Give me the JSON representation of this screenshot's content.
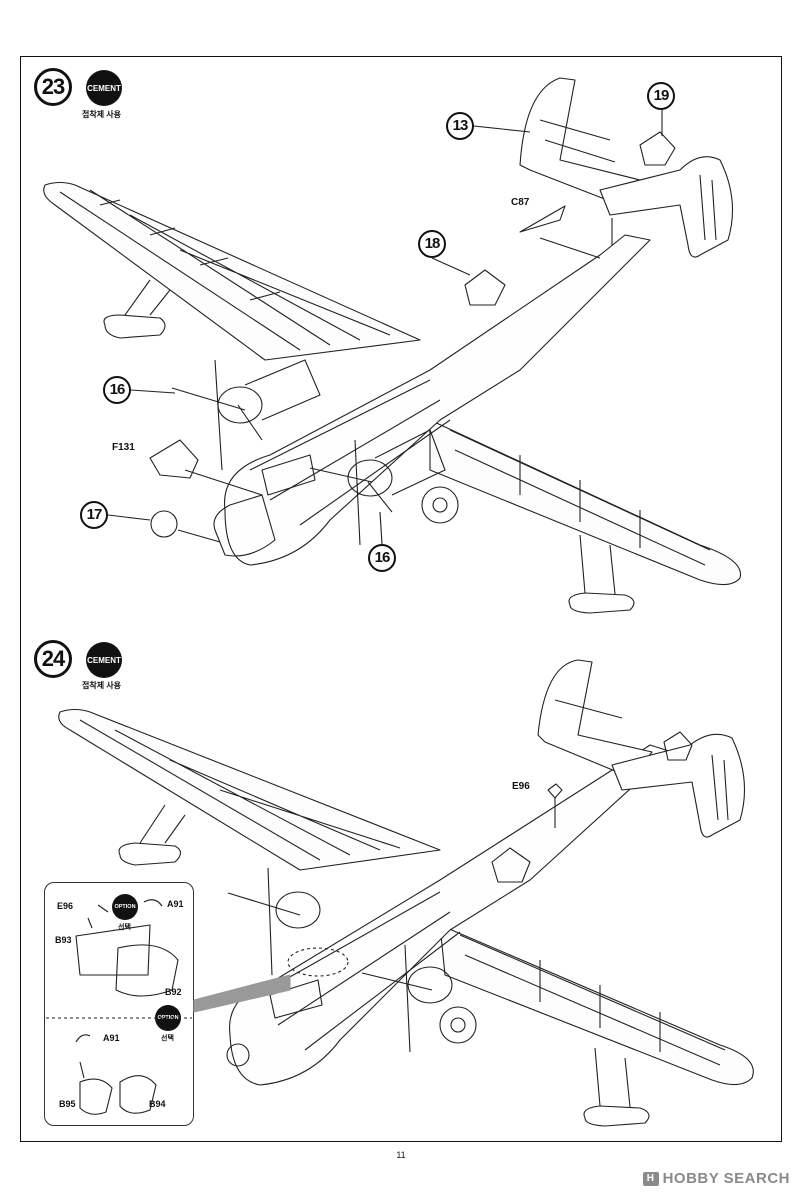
{
  "step23": {
    "number": "23",
    "cement_badge": "CEMENT",
    "cement_caption": "접착제 사용",
    "callouts": [
      "13",
      "19",
      "18",
      "16",
      "17",
      "16"
    ],
    "parts": [
      "C87",
      "F131"
    ]
  },
  "step24": {
    "number": "24",
    "cement_badge": "CEMENT",
    "cement_caption": "접착제 사용",
    "parts": [
      "E96"
    ],
    "inset": {
      "parts_top": [
        "E96",
        "A91",
        "B93",
        "B92"
      ],
      "parts_bottom": [
        "A91",
        "B95",
        "B94"
      ],
      "option_badge": "OPTION",
      "option_caption": "선택"
    }
  },
  "page_number": "11",
  "watermark": {
    "icon": "hobby-search-logo-icon",
    "text": "HOBBY SEARCH"
  }
}
